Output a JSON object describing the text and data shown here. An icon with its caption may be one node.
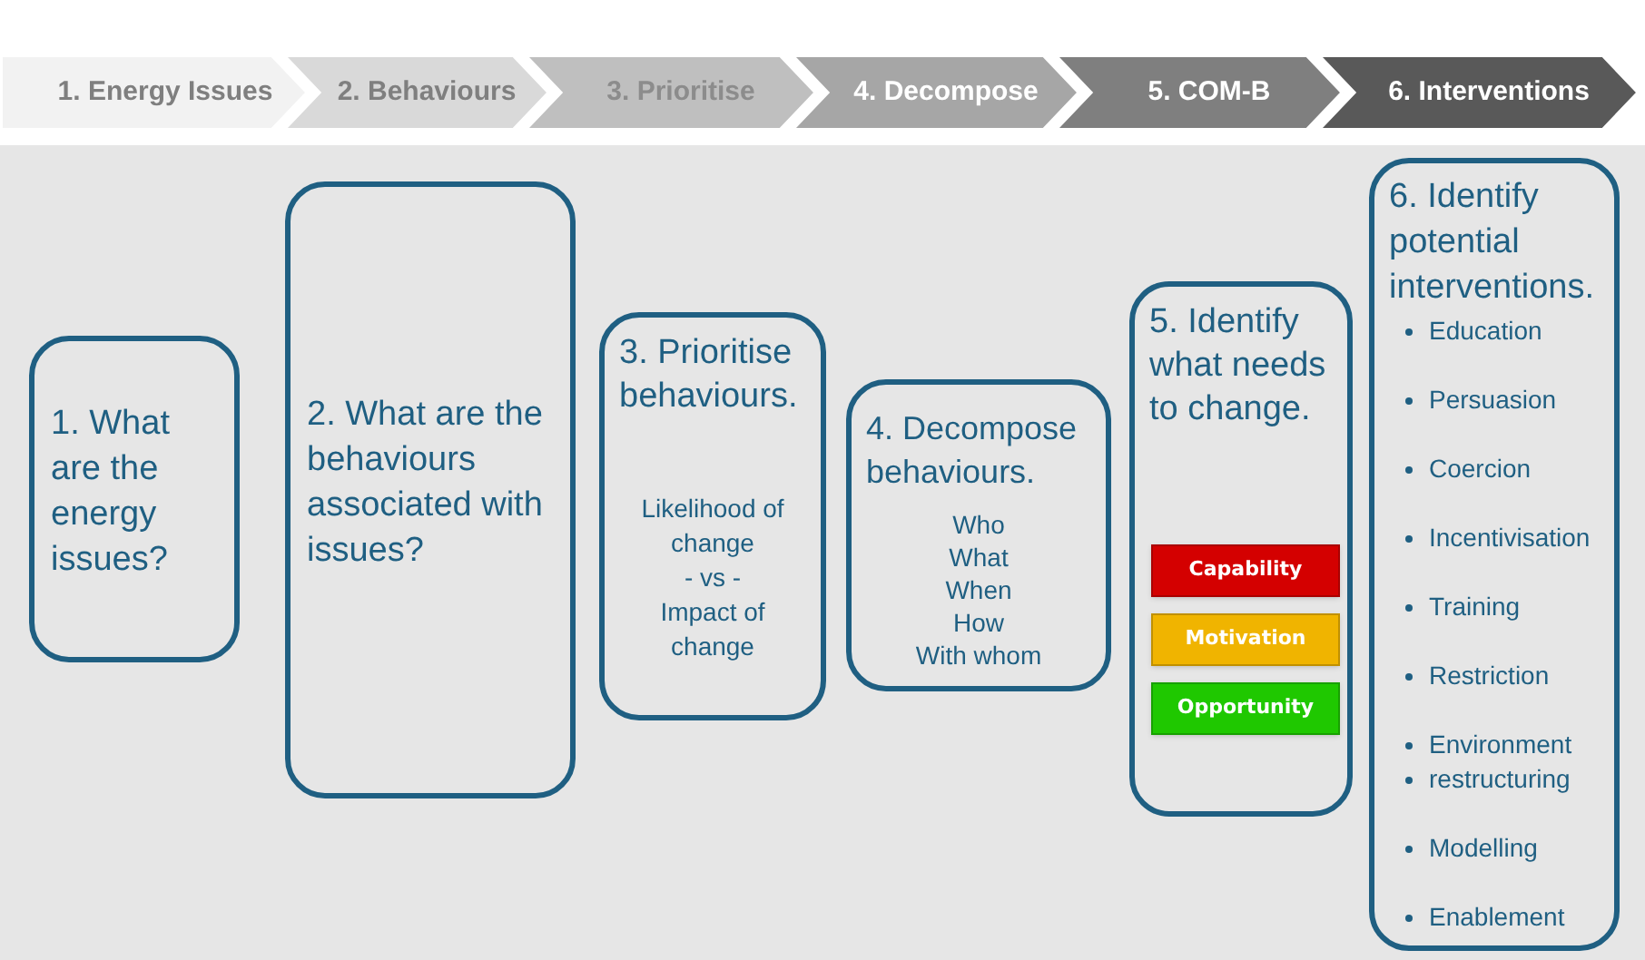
{
  "diagram": {
    "nodes": [
      {
        "text": [
          "1. Energy Issues"
        ]
      },
      {
        "text": [
          "2. Behaviours"
        ]
      },
      {
        "text": [
          "3. Prioritise"
        ]
      },
      {
        "text": [
          "4. Decompose"
        ]
      },
      {
        "text": [
          "5. COM-B"
        ]
      },
      {
        "text": [
          "6. Interventions"
        ]
      },
      {
        "text": [
          "1. What are the energy issues?"
        ]
      },
      {
        "text": [
          "2. What are the behaviours associated with issues?"
        ]
      },
      {
        "text": [
          "3. Prioritise behaviours.",
          "Likelihood of change",
          "- vs -",
          "Impact of change"
        ]
      },
      {
        "text": [
          "4. Decompose behaviours.",
          "Who",
          "What",
          "When",
          "How",
          "With whom"
        ]
      },
      {
        "text": [
          "5. Identify what needs to change."
        ]
      },
      {
        "text": [
          "6. Identify potential interventions.",
          "Education",
          "Persuasion",
          "Coercion",
          "Incentivisation",
          "Training",
          "Restriction",
          "Environment",
          "restructuring",
          "Modelling",
          "Enablement"
        ]
      },
      {
        "text": [
          "Capability"
        ],
        "in": 10
      },
      {
        "text": [
          "Motivation"
        ],
        "in": 10
      },
      {
        "text": [
          "Opportunity"
        ],
        "in": 10
      }
    ]
  }
}
